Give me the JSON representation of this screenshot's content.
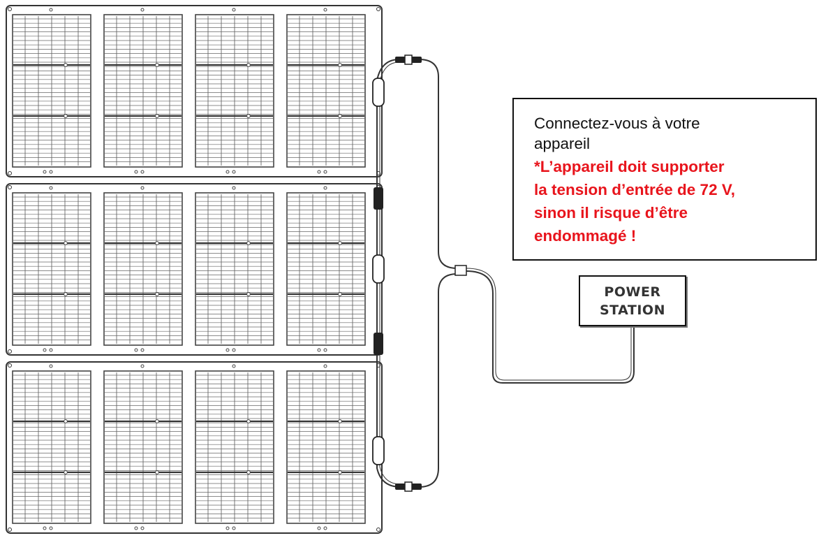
{
  "callout": {
    "line1": "Connectez-vous à votre",
    "line2": "appareil",
    "warning_lines": [
      "*L’appareil doit supporter",
      "la tension d’entrée de 72 V,",
      "sinon il risque d’être",
      "endommagé !"
    ]
  },
  "power_station": {
    "line1": "POWER",
    "line2": "STATION"
  },
  "panels": {
    "rows": 3,
    "columns": 4
  },
  "colors": {
    "warning_text": "#e8141c",
    "line": "#333333",
    "text": "#111111"
  }
}
